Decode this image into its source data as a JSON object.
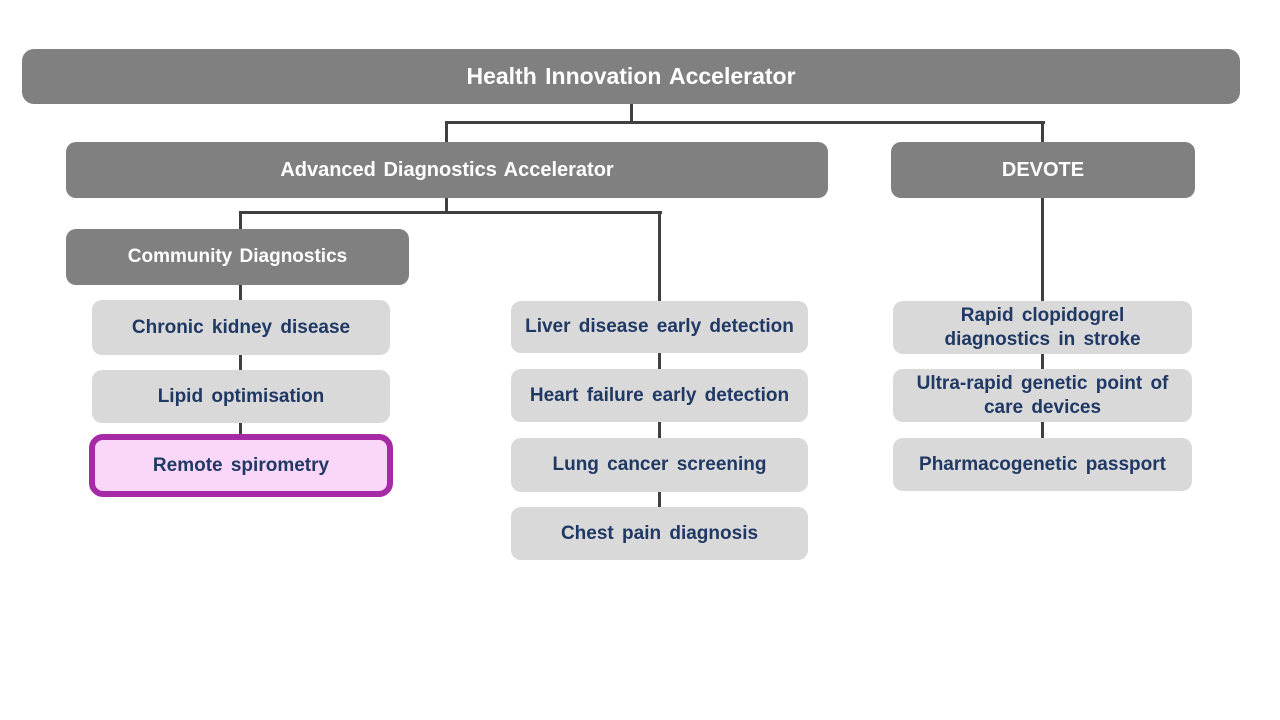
{
  "palette": {
    "node_gray": "#808080",
    "node_light": "#d9d9d9",
    "text_white": "#ffffff",
    "text_navy": "#1f3864",
    "connector": "#404040",
    "highlight_border": "#a62aa6",
    "highlight_fill": "#fad7f8",
    "page_bg": "#ffffff"
  },
  "slide": {
    "root": {
      "label": "Health Innovation Accelerator"
    },
    "branches": [
      {
        "label": "Advanced Diagnostics Accelerator"
      },
      {
        "label": "DEVOTE"
      }
    ],
    "community": {
      "label": "Community Diagnostics",
      "items": [
        "Chronic kidney disease",
        "Lipid optimisation",
        "Remote spirometry"
      ]
    },
    "adv_items": [
      "Liver disease early detection",
      "Heart failure early detection",
      "Lung cancer screening",
      "Chest pain diagnosis"
    ],
    "devote_items": [
      "Rapid clopidogrel diagnostics in stroke",
      "Ultra-rapid genetic point of care devices",
      "Pharmacogenetic passport"
    ],
    "highlighted_item": "Remote spirometry"
  }
}
